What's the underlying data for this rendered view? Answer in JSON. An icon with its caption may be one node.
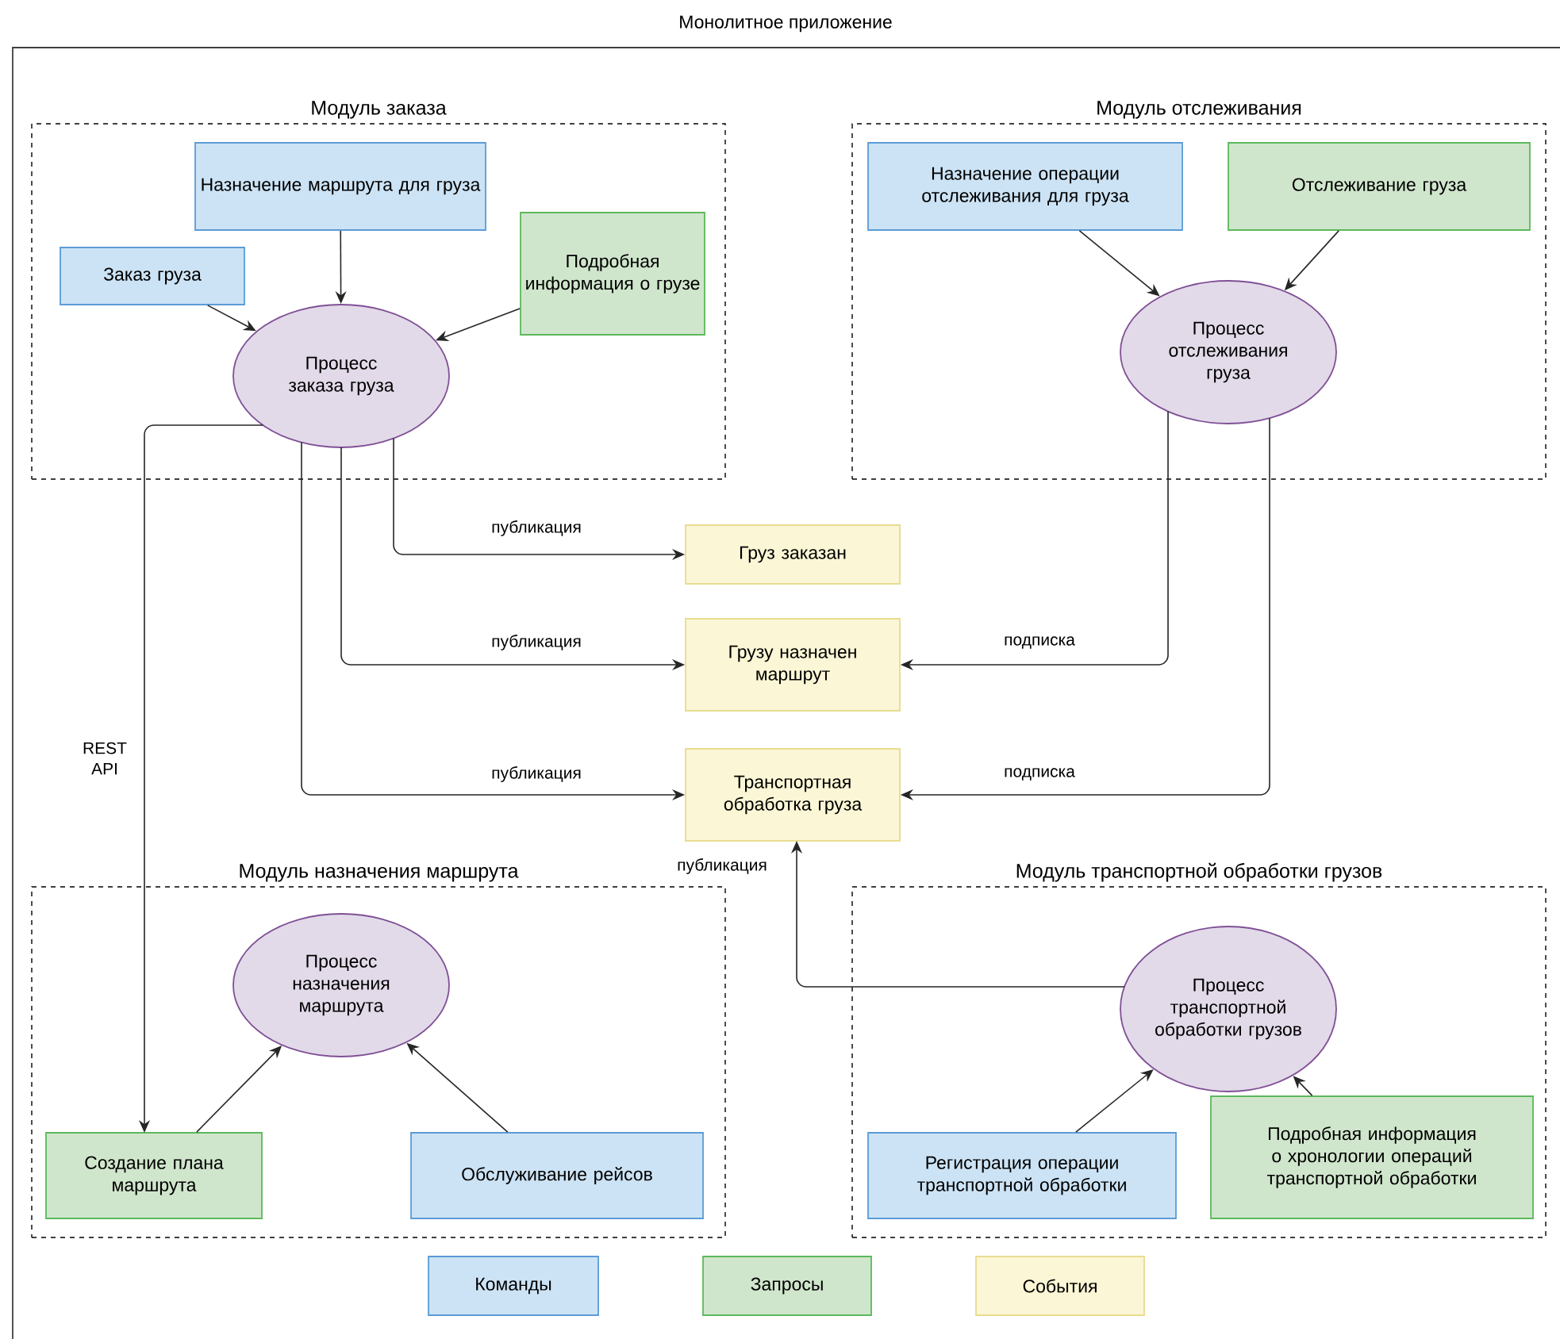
{
  "diagram": {
    "title": "Монолитное приложение",
    "nodes": [
      {
        "text": [
          "Модуль заказа"
        ]
      },
      {
        "text": [
          "Назначение маршрута для груза"
        ],
        "in": 0
      },
      {
        "text": [
          "Заказ груза"
        ],
        "in": 0
      },
      {
        "text": [
          "Подробная информация о грузе"
        ],
        "in": 0
      },
      {
        "text": [
          "Процесс заказа груза"
        ],
        "in": 0
      },
      {
        "text": [
          "Модуль отслеживания"
        ]
      },
      {
        "text": [
          "Назначение операции отслеживания для груза"
        ],
        "in": 5
      },
      {
        "text": [
          "Отслеживание груза"
        ],
        "in": 5
      },
      {
        "text": [
          "Процесс отслеживания груза"
        ],
        "in": 5
      },
      {
        "text": [
          "Груз заказан"
        ]
      },
      {
        "text": [
          "Грузу назначен маршрут"
        ]
      },
      {
        "text": [
          "Транспортная обработка груза"
        ]
      },
      {
        "text": [
          "Модуль назначения маршрута"
        ]
      },
      {
        "text": [
          "Процесс назначения маршрута"
        ],
        "in": 12
      },
      {
        "text": [
          "Создание плана маршрута"
        ],
        "in": 12
      },
      {
        "text": [
          "Обслуживание рейсов"
        ],
        "in": 12
      },
      {
        "text": [
          "Модуль транспортной обработки грузов"
        ]
      },
      {
        "text": [
          "Процесс транспортной обработки грузов"
        ],
        "in": 16
      },
      {
        "text": [
          "Регистрация операции транспортной обработки"
        ],
        "in": 16
      },
      {
        "text": [
          "Подробная информация о хронологии операций транспортной обработки"
        ],
        "in": 16
      }
    ],
    "edges": [
      {
        "from": 2,
        "to": 4,
        "arrow": "to"
      },
      {
        "from": 1,
        "to": 4,
        "arrow": "to"
      },
      {
        "from": 3,
        "to": 4,
        "arrow": "to"
      },
      {
        "from": 6,
        "to": 8,
        "arrow": "to"
      },
      {
        "from": 7,
        "to": 8,
        "arrow": "to"
      },
      {
        "from": 4,
        "to": 9,
        "arrow": "to",
        "label": "публикация"
      },
      {
        "from": 4,
        "to": 10,
        "arrow": "to",
        "label": "публикация"
      },
      {
        "from": 4,
        "to": 11,
        "arrow": "to",
        "label": "публикация"
      },
      {
        "from": 8,
        "to": 10,
        "arrow": "to",
        "label": "подписка"
      },
      {
        "from": 8,
        "to": 11,
        "arrow": "to",
        "label": "подписка"
      },
      {
        "from": 4,
        "to": 14,
        "arrow": "to",
        "label": "REST API"
      },
      {
        "from": 17,
        "to": 11,
        "arrow": "to",
        "label": "публикация"
      },
      {
        "from": 14,
        "to": 13,
        "arrow": "to"
      },
      {
        "from": 15,
        "to": 13,
        "arrow": "to"
      },
      {
        "from": 18,
        "to": 17,
        "arrow": "to"
      },
      {
        "from": 19,
        "to": 17,
        "arrow": "to"
      }
    ],
    "legend": [
      {
        "text": "Команды",
        "color": "#cce3f5"
      },
      {
        "text": "Запросы",
        "color": "#d0e6cc"
      },
      {
        "text": "События",
        "color": "#fbf6d5"
      }
    ]
  }
}
